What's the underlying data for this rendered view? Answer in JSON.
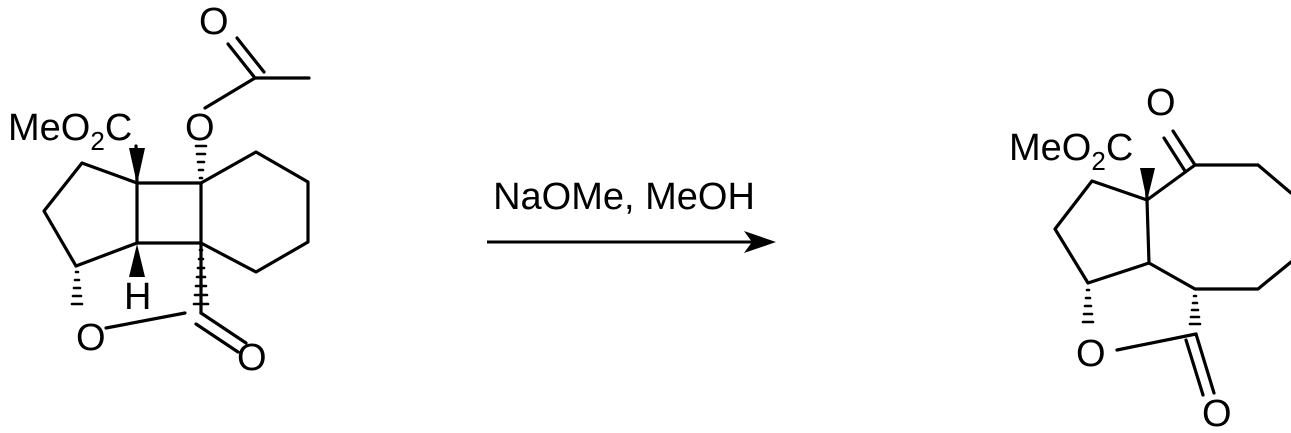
{
  "reactant": {
    "labels": {
      "ester": "MeO",
      "ester_sub": "2",
      "ester_tail": "C",
      "acetate_o": "O",
      "acetate_carbonyl_o": "O",
      "ring_h": "H",
      "lactone_o": "O",
      "lactone_carbonyl_o": "O"
    }
  },
  "reaction": {
    "conditions": "NaOMe, MeOH"
  },
  "product": {
    "labels": {
      "ester": "MeO",
      "ester_sub": "2",
      "ester_tail": "C",
      "ketone_o": "O",
      "lactone_o": "O",
      "lactone_carbonyl_o": "O"
    }
  }
}
